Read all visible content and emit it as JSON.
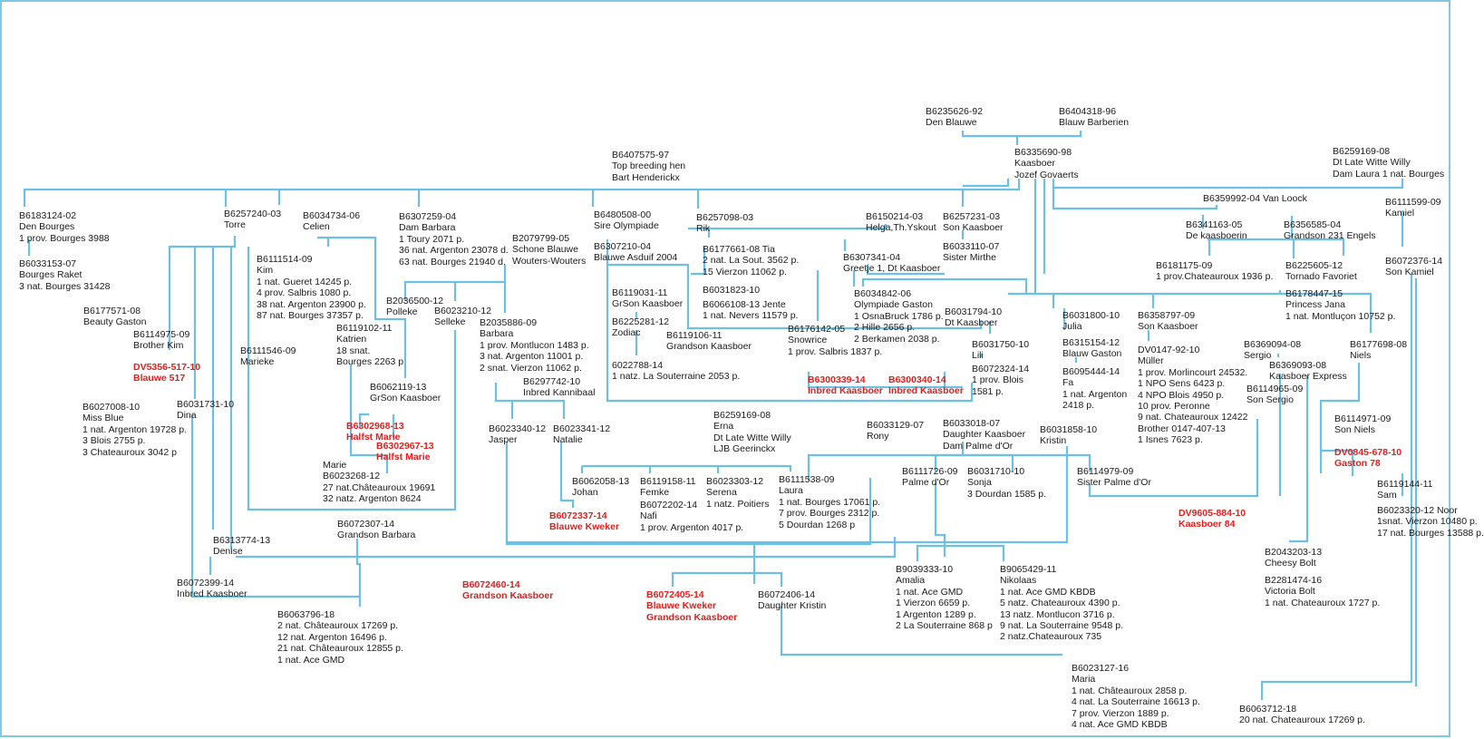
{
  "colors": {
    "line": "#6cc0e6",
    "text": "#1a1a1a",
    "highlight_red": "#e0201b",
    "highlight_green": "#1a9a3a"
  },
  "nodes": {
    "b6235626": {
      "lines": [
        "B6235626-92",
        "Den Blauwe"
      ]
    },
    "b6404318": {
      "lines": [
        "B6404318-96",
        "Blauw Barberien"
      ]
    },
    "b6335690": {
      "lines": [
        "B6335690-98",
        "Kaasboer",
        "Jozef Govaerts"
      ]
    },
    "b6407575": {
      "lines": [
        "B6407575-97",
        "Top breeding hen",
        "Bart Henderickx"
      ]
    },
    "b6259169_top": {
      "lines": [
        "B6259169-08",
        "Dt Late Witte Willy",
        "Dam Laura 1 nat. Bourges"
      ]
    },
    "b6183124": {
      "lines": [
        "B6183124-02",
        "Den Bourges",
        "1 prov. Bourges 3988"
      ]
    },
    "b6033153": {
      "lines": [
        "B6033153-07",
        "Bourges Raket",
        "3 nat. Bourges 31428"
      ]
    },
    "b6257240": {
      "lines": [
        "B6257240-03",
        "Torre"
      ]
    },
    "b6034734": {
      "lines": [
        "B6034734-06",
        "Celien"
      ]
    },
    "b6307259": {
      "lines": [
        "B6307259-04",
        "Dam Barbara",
        "1 Toury 2071 p.",
        "36 nat. Argenton 23078 d.",
        "63 nat. Bourges 21940 d."
      ]
    },
    "b2079799": {
      "lines": [
        "B2079799-05",
        "Schone Blauwe",
        "Wouters-Wouters"
      ]
    },
    "b6480508": {
      "lines": [
        "B6480508-00",
        "Sire Olympiade"
      ]
    },
    "b6257098": {
      "lines": [
        "B6257098-03",
        "Rik"
      ]
    },
    "b6150214": {
      "lines": [
        "B6150214-03",
        "Helga,Th.Yskout"
      ]
    },
    "b6257231": {
      "lines": [
        "B6257231-03",
        "Son Kaasboer"
      ]
    },
    "b6359992": {
      "lines": [
        "B6359992-04 Van Loock"
      ]
    },
    "b6111599": {
      "lines": [
        "B6111599-09",
        "Kamiel"
      ]
    },
    "b6111514": {
      "lines": [
        "B6111514-09",
        "Kim",
        "1 nat. Gueret 14245 p.",
        "4 prov. Salbris 1080 p.",
        "38 nat. Argenton 23900 p.",
        "87 nat. Bourges 37357 p."
      ]
    },
    "b6307210": {
      "lines": [
        "B6307210-04",
        "Blauwe Asduif 2004"
      ]
    },
    "b6177661": {
      "lines": [
        "B6177661-08 Tia",
        "2 nat. La Sout. 3562 p.",
        "15 Vierzon 11062 p."
      ]
    },
    "b6033110": {
      "lines": [
        "B6033110-07",
        "Sister Mirthe"
      ]
    },
    "b6341163": {
      "lines": [
        "B6341163-05",
        "De kaasboerin"
      ]
    },
    "b6356585": {
      "lines": [
        "B6356585-04",
        "Grandson 231 Engels"
      ]
    },
    "b6307341": {
      "lines": [
        "B6307341-04",
        "Greetje 1, Dt Kaasboer"
      ]
    },
    "b6181175": {
      "lines": [
        "B6181175-09",
        "1 prov.Chateauroux 1936 p."
      ]
    },
    "b6225605": {
      "lines": [
        "B6225605-12",
        "Tornado Favoriet"
      ]
    },
    "b6072376": {
      "lines": [
        "B6072376-14",
        "Son Kamiel"
      ]
    },
    "b6031823": {
      "lines": [
        "B6031823-10"
      ]
    },
    "b6177571": {
      "lines": [
        "B6177571-08",
        "Beauty Gaston"
      ]
    },
    "b2036500": {
      "lines": [
        "B2036500-12",
        "Polleke"
      ]
    },
    "b6023210": {
      "lines": [
        "B6023210-12",
        "Selleke"
      ]
    },
    "b6119031": {
      "lines": [
        "B6119031-11",
        "GrSon Kaasboer"
      ]
    },
    "b6034842": {
      "lines": [
        "B6034842-06",
        "Olympiade Gaston",
        "1 OsnaBruck 1786 p.",
        "2 Hille 2656 p.",
        "2 Berkamen 2038 p."
      ]
    },
    "b6066108": {
      "lines": [
        "B6066108-13 Jente",
        "1 nat. Nevers 11579 p."
      ]
    },
    "b6178447": {
      "lines": [
        "B6178447-15",
        "Princess Jana",
        "1 nat. Montluçon 10752 p."
      ]
    },
    "b6031794": {
      "lines": [
        "B6031794-10",
        "Dt Kaasboer"
      ]
    },
    "b6031800": {
      "lines": [
        "B6031800-10",
        "Julia"
      ]
    },
    "b6358797": {
      "lines": [
        "B6358797-09",
        "Son Kaasboer"
      ]
    },
    "b6225281": {
      "lines": [
        "B6225281-12",
        "Zodiac"
      ]
    },
    "b6119102": {
      "lines": [
        "B6119102-11",
        "Katrien",
        "18 snat.",
        "Bourges 2263 p"
      ]
    },
    "b2035886": {
      "lines": [
        "B2035886-09",
        "Barbara",
        "1 prov. Montlucon 1483 p.",
        "3 nat. Argenton 11001 p.",
        "2 snat. Vierzon 11062 p."
      ]
    },
    "b6114975": {
      "lines": [
        "B6114975-09",
        "Brother Kim"
      ]
    },
    "b6119106": {
      "lines": [
        "B6119106-11",
        "Grandson Kaasboer"
      ]
    },
    "b6176142": {
      "lines": [
        "B6176142-05",
        "Snowrice",
        "1 prov. Salbris 1837 p."
      ]
    },
    "b6111546": {
      "lines": [
        "B6111546-09",
        "Marieke"
      ]
    },
    "b6031750": {
      "lines": [
        "B6031750-10",
        "Lili"
      ]
    },
    "b6315154": {
      "lines": [
        "B6315154-12",
        "Blauw Gaston"
      ]
    },
    "dv0147": {
      "lines": [
        "DV0147-92-10",
        "Müller",
        "1 prov. Morlincourt 24532.",
        "1 NPO Sens 6423 p.",
        "4 NPO Blois 4950 p.",
        "10 prov. Peronne",
        "9 nat. Chateauroux 12422",
        "Brother 0147-407-13",
        "1 Isnes 7623 p."
      ]
    },
    "b6369094": {
      "lines": [
        "B6369094-08",
        "Sergio"
      ]
    },
    "b6177698": {
      "lines": [
        "B6177698-08",
        "Niels"
      ]
    },
    "dv5356": {
      "lines": [
        "DV5356-517-10",
        "Blauwe 517"
      ],
      "highlight": "red"
    },
    "b6072324": {
      "lines": [
        "B6072324-14",
        "1 prov. Blois",
        "1581 p."
      ]
    },
    "b6095444": {
      "lines": [
        "B6095444-14",
        "Fa",
        "1 nat. Argenton",
        "2418 p."
      ]
    },
    "b6369093": {
      "lines": [
        "B6369093-08",
        "Kaasboer Express"
      ]
    },
    "b6022788": {
      "lines": [
        "6022788-14",
        "1 natz. La Souterraine 2053 p."
      ]
    },
    "b6297742": {
      "lines": [
        "B6297742-10",
        "Inbred Kannibaal"
      ]
    },
    "b6062119": {
      "lines": [
        "B6062119-13",
        "GrSon Kaasboer"
      ]
    },
    "b6300339": {
      "lines": [
        "B6300339-14",
        "Inbred Kaasboer"
      ],
      "highlight": "red"
    },
    "b6300340": {
      "lines": [
        "B6300340-14",
        "Inbred Kaasboer"
      ],
      "highlight": "red"
    },
    "b6114965": {
      "lines": [
        "B6114965-09",
        "Son Sergio"
      ]
    },
    "b6027008": {
      "lines": [
        "B6027008-10",
        "Miss Blue",
        "1 nat. Argenton 19728 p.",
        "3 Blois 2755 p.",
        "3 Chateauroux 3042 p"
      ]
    },
    "b6031731": {
      "lines": [
        "B6031731-10",
        "Dina"
      ]
    },
    "b6259169_mid": {
      "lines": [
        "B6259169-08",
        "Erna",
        "Dt Late Witte Willy",
        "LJB Geerinckx"
      ]
    },
    "b6302968": {
      "lines": [
        "B6302968-13",
        "Halfst Marie"
      ],
      "highlight": "red"
    },
    "b6302967": {
      "lines": [
        "B6302967-13",
        "Halfst Marie"
      ],
      "highlight": "red"
    },
    "b6023340": {
      "lines": [
        "B6023340-12",
        "Jasper"
      ]
    },
    "b6023341": {
      "lines": [
        "B6023341-12",
        "Natalie"
      ]
    },
    "b6033129": {
      "lines": [
        "B6033129-07",
        "Rony"
      ]
    },
    "b6033018": {
      "lines": [
        "B6033018-07",
        "Daughter Kaasboer",
        "Dam Palme d'Or"
      ]
    },
    "b6031858": {
      "lines": [
        "B6031858-10",
        "Kristin"
      ]
    },
    "b6114971": {
      "lines": [
        "B6114971-09",
        "Son Niels"
      ]
    },
    "dv0845": {
      "lines": [
        "DV0845-678-10",
        "Gaston 78"
      ],
      "highlight": "red"
    },
    "marie": {
      "lines": [
        "Marie",
        "B6023268-12",
        "27 nat.Châteauroux 19691",
        "32 natz. Argenton 8624"
      ]
    },
    "b6062058": {
      "lines": [
        "B6062058-13",
        "Johan"
      ]
    },
    "b6119158": {
      "lines": [
        "B6119158-11",
        "Femke"
      ]
    },
    "b6023303": {
      "lines": [
        "B6023303-12",
        "Serena",
        "1 natz. Poitiers"
      ]
    },
    "b6111538": {
      "lines": [
        "B6111538-09",
        "Laura",
        "1 nat. Bourges 17061 p.",
        "7 prov. Bourges 2312 p.",
        "5 Dourdan 1268 p"
      ]
    },
    "b6111726": {
      "lines": [
        "B6111726-09",
        "Palme d'Or"
      ]
    },
    "b6031710": {
      "lines": [
        "B6031710-10",
        "Sonja",
        "3 Dourdan 1585 p."
      ]
    },
    "b6114979": {
      "lines": [
        "B6114979-09",
        "Sister Palme d'Or"
      ]
    },
    "b6119144": {
      "lines": [
        "B6119144-11",
        "Sam"
      ]
    },
    "b6072202": {
      "lines": [
        "B6072202-14",
        "Nafi",
        "1 prov. Argenton 4017 p."
      ]
    },
    "b6023320": {
      "lines": [
        "B6023320-12 Noor",
        "1snat. Vierzon 10480 p.",
        "17 nat. Bourges 13588 p."
      ]
    },
    "b6072337": {
      "lines": [
        "B6072337-14",
        "Blauwe Kweker"
      ],
      "highlight": "red"
    },
    "dv9605": {
      "lines": [
        "DV9605-884-10",
        "Kaasboer 84"
      ],
      "highlight": "red"
    },
    "b6072307": {
      "lines": [
        "B6072307-14",
        "Grandson Barbara"
      ]
    },
    "b6313774": {
      "lines": [
        "B6313774-13",
        "Denise"
      ]
    },
    "b2043203": {
      "lines": [
        "B2043203-13",
        "Cheesy Bolt"
      ]
    },
    "b9039333": {
      "lines": [
        "B9039333-10",
        "Amalia",
        "1 nat. Ace GMD",
        "1 Vierzon 6659 p.",
        "1 Argenton 1289 p.",
        "2 La Souterraine 868 p"
      ]
    },
    "b9065429": {
      "lines": [
        "B9065429-11",
        "Nikolaas",
        "1 nat. Ace GMD KBDB",
        "5 natz. Chateauroux 4390 p.",
        "13 natz. Montlucon 3716 p.",
        "9 nat. La Souterraine 9548 p.",
        "2 natz.Chateauroux 735"
      ]
    },
    "b6072399": {
      "lines": [
        "B6072399-14",
        "Inbred Kaasboer"
      ]
    },
    "b6072460": {
      "lines": [
        "B6072460-14",
        "Grandson Kaasboer"
      ],
      "highlight": "red"
    },
    "b2281474": {
      "lines": [
        "B2281474-16",
        "Victoria Bolt",
        "1 nat. Chateauroux 1727 p."
      ]
    },
    "b6072405": {
      "lines": [
        "B6072405-14",
        "Blauwe Kweker",
        "Grandson Kaasboer"
      ],
      "highlight": "red"
    },
    "b6072406": {
      "lines": [
        "B6072406-14",
        "Daughter Kristin"
      ]
    },
    "b6063796": {
      "lines": [
        "B6063796-18",
        "2 nat. Châteauroux 17269 p.",
        "12 nat. Argenton 16496 p.",
        "21 nat. Châteauroux 12855 p.",
        "1 nat. Ace GMD"
      ]
    },
    "b6023127": {
      "lines": [
        "B6023127-16",
        "Maria",
        "1 nat. Châteauroux 2858 p.",
        "4 nat. La Souterraine 16613 p.",
        "7 prov. Vierzon 1889 p.",
        "4 nat. Ace GMD KBDB"
      ]
    },
    "b6063712": {
      "lines": [
        "B6063712-18",
        "20 nat. Chateauroux 17269 p."
      ]
    }
  }
}
